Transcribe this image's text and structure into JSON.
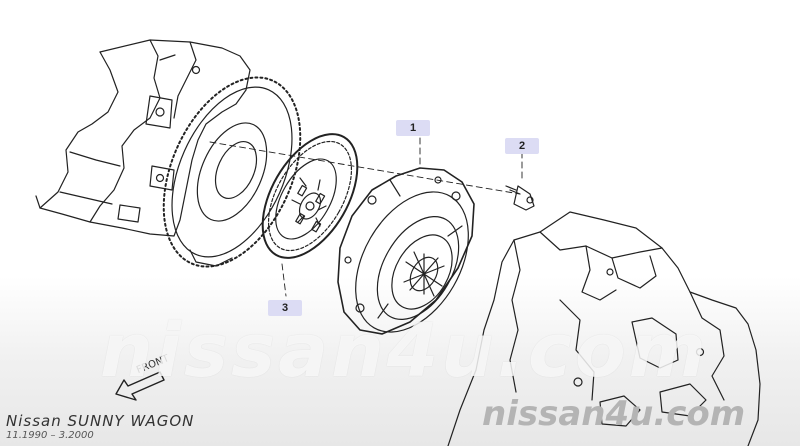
{
  "diagram": {
    "callouts": [
      {
        "id": "1",
        "label": "1"
      },
      {
        "id": "2",
        "label": "2"
      },
      {
        "id": "3",
        "label": "3"
      }
    ],
    "direction_label": "FRONT",
    "title": "Nissan SUNNY WAGON",
    "date_range": "11.1990 – 3.2000",
    "watermark": "nissan4u.com",
    "watermark_small": "nissan4u.com"
  },
  "colors": {
    "callout_bg": "#dcdcf4",
    "line": "#222222"
  }
}
